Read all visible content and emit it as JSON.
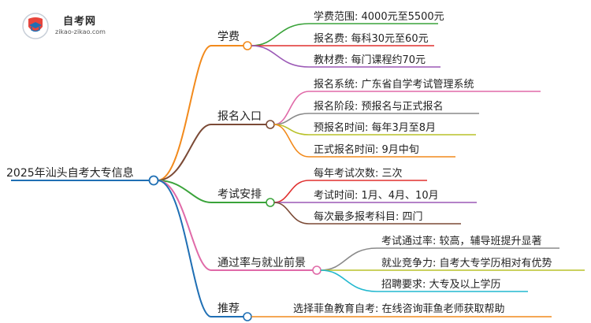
{
  "logo": {
    "name": "自考网",
    "url": "zikao-zikao.com"
  },
  "root": {
    "label": "2025年汕头自考大专信息",
    "color": "#1f6fb4"
  },
  "branches": [
    {
      "label": "学费",
      "color": "#f28a1c",
      "children": [
        {
          "label": "学费范围: 4000元至5500元",
          "color": "#3aa33a"
        },
        {
          "label": "报名费: 每科30元至60元",
          "color": "#e0302f"
        },
        {
          "label": "教材费: 每门课程约70元",
          "color": "#9b59b6"
        }
      ]
    },
    {
      "label": "报名入口",
      "color": "#7b4a36",
      "children": [
        {
          "label": "报名系统: 广东省自学考试管理系统",
          "color": "#e06aa8"
        },
        {
          "label": "报名阶段: 预报名与正式报名",
          "color": "#8a8a8a"
        },
        {
          "label": "预报名时间: 每年3月至8月",
          "color": "#b9c22a"
        },
        {
          "label": "正式报名时间: 9月中旬",
          "color": "#f28a1c"
        }
      ]
    },
    {
      "label": "考试安排",
      "color": "#3aa33a",
      "children": [
        {
          "label": "每年考试次数: 三次",
          "color": "#e0302f"
        },
        {
          "label": "考试时间: 1月、4月、10月",
          "color": "#9b59b6"
        },
        {
          "label": "每次最多报考科目: 四门",
          "color": "#7b4a36"
        }
      ]
    },
    {
      "label": "通过率与就业前景",
      "color": "#e06aa8",
      "children": [
        {
          "label": "考试通过率: 较高，辅导班提升显著",
          "color": "#8a8a8a"
        },
        {
          "label": "就业竞争力: 自考大专学历相对有优势",
          "color": "#b9c22a"
        },
        {
          "label": "招聘要求: 大专及以上学历",
          "color": "#22b8cf"
        }
      ]
    },
    {
      "label": "推荐",
      "color": "#1f6fb4",
      "children": [
        {
          "label": "选择菲鱼教育自考: 在线咨询菲鱼老师获取帮助",
          "color": "#f28a1c"
        }
      ]
    }
  ]
}
